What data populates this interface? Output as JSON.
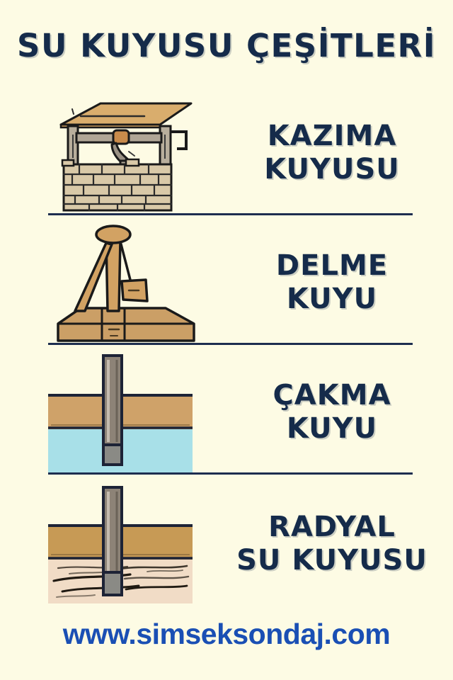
{
  "poster": {
    "background_color": "#fdfbe4",
    "title": "SU KUYUSU ÇEŞİTLERİ",
    "title_color": "#152b4a",
    "footer_url": "www.simseksondaj.com",
    "footer_color": "#1a4fb4",
    "divider_color": "#1d2d4f"
  },
  "rows": [
    {
      "id": "kazima",
      "illustration": "dug-well-with-roof-and-stone-wall",
      "label_lines": [
        "KAZIMA",
        "KUYUSU"
      ],
      "colors": {
        "roof": "#d9ad6d",
        "stone": "#d9c9a8",
        "post": "#b8ae9c",
        "spool": "#c98b4b",
        "outline": "#1a1a1a"
      }
    },
    {
      "id": "delme",
      "illustration": "drilling-rig-derrick-on-base",
      "label_lines": [
        "DELME",
        "KUYU"
      ],
      "colors": {
        "timber": "#d2a263",
        "base": "#cb9f66",
        "outline": "#1a1a1a"
      }
    },
    {
      "id": "cakma",
      "illustration": "driven-well-pipe-into-aquifer",
      "label_lines": [
        "ÇAKMA",
        "KUYU"
      ],
      "colors": {
        "soil": "#cfa269",
        "water": "#a8e0e8",
        "pipe": "#8d8377",
        "point": "#8a8a85",
        "outline": "#1d2336"
      }
    },
    {
      "id": "radyal",
      "illustration": "radial-well-pipe-with-lateral-bores",
      "label_lines": [
        "RADYAL",
        "SU KUYUSU"
      ],
      "colors": {
        "soil": "#c79a55",
        "sand": "#f1dcc6",
        "pipe": "#8d8377",
        "point": "#8a8a85",
        "outline": "#1d2336"
      }
    }
  ]
}
